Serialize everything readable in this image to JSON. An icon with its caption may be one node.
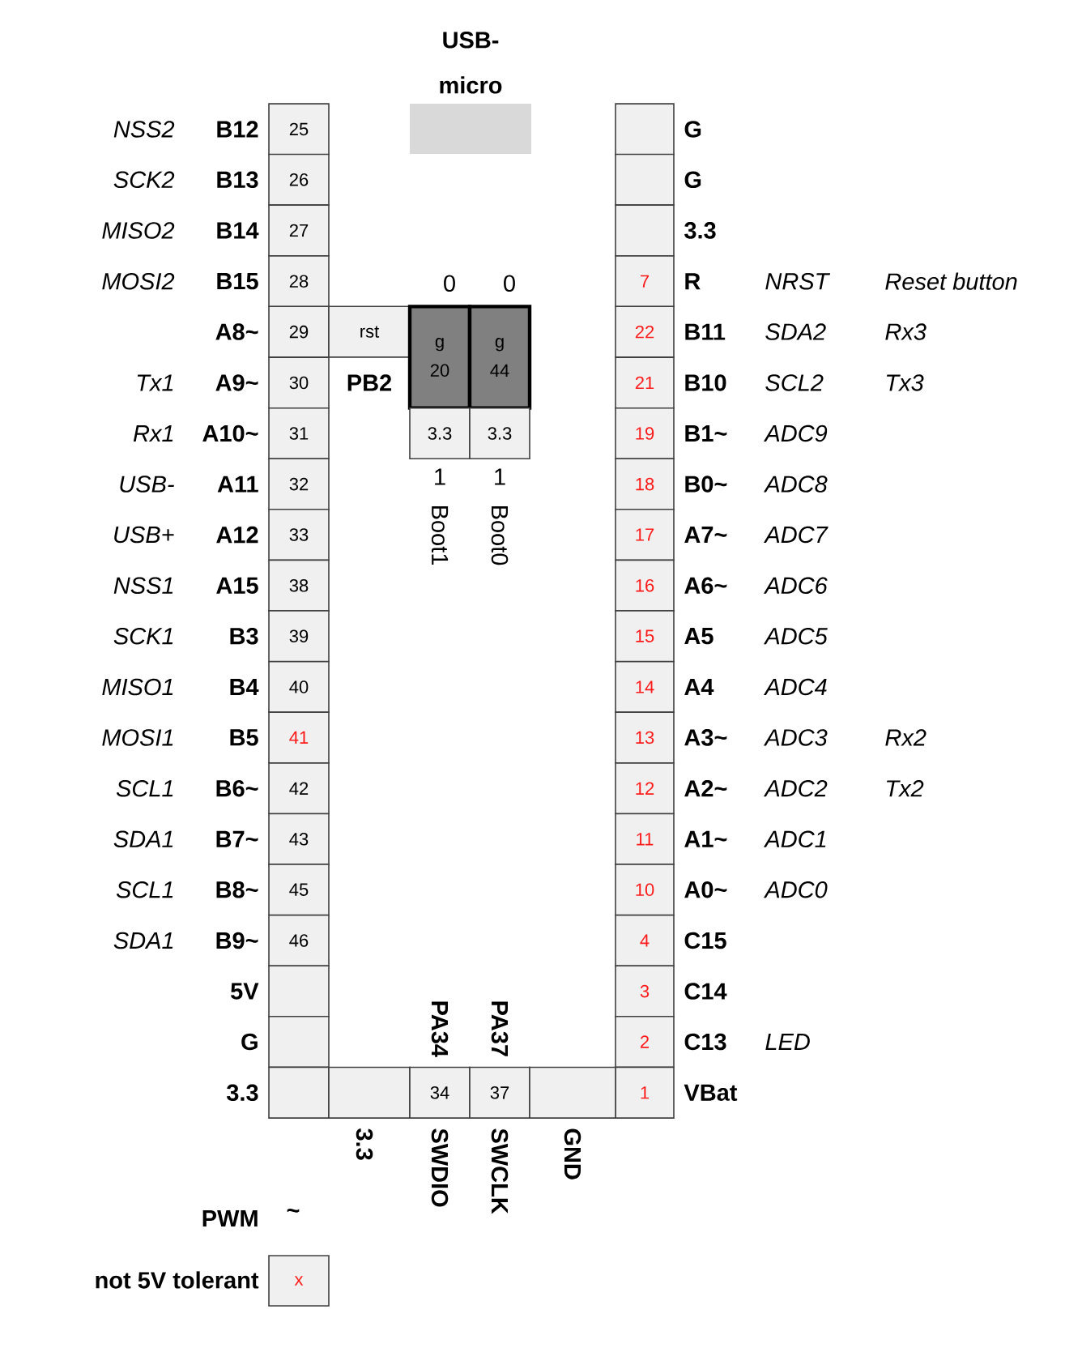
{
  "diagram": {
    "nodes": [
      {
        "text": [],
        "shape": "box",
        "beside": [
          "USB- micro"
        ]
      },
      {
        "text": [
          "25"
        ],
        "beside": [
          "NSS2",
          "B12"
        ]
      },
      {
        "text": [
          "26"
        ],
        "beside": [
          "SCK2",
          "B13"
        ]
      },
      {
        "text": [
          "27"
        ],
        "beside": [
          "MISO2",
          "B14"
        ]
      },
      {
        "text": [
          "28"
        ],
        "beside": [
          "MOSI2",
          "B15"
        ]
      },
      {
        "text": [
          "29"
        ],
        "beside": [
          "A8~"
        ]
      },
      {
        "text": [
          "30"
        ],
        "beside": [
          "Tx1",
          "A9~"
        ]
      },
      {
        "text": [
          "31"
        ],
        "beside": [
          "Rx1",
          "A10~"
        ]
      },
      {
        "text": [
          "32"
        ],
        "beside": [
          "USB-",
          "A11"
        ]
      },
      {
        "text": [
          "33"
        ],
        "beside": [
          "USB+",
          "A12"
        ]
      },
      {
        "text": [
          "38"
        ],
        "beside": [
          "NSS1",
          "A15"
        ]
      },
      {
        "text": [
          "39"
        ],
        "beside": [
          "SCK1",
          "B3"
        ]
      },
      {
        "text": [
          "40"
        ],
        "beside": [
          "MISO1",
          "B4"
        ]
      },
      {
        "text": [
          "41"
        ],
        "beside": [
          "MOSI1",
          "B5"
        ]
      },
      {
        "text": [
          "42"
        ],
        "beside": [
          "SCL1",
          "B6~"
        ]
      },
      {
        "text": [
          "43"
        ],
        "beside": [
          "SDA1",
          "B7~"
        ]
      },
      {
        "text": [
          "45"
        ],
        "beside": [
          "SCL1",
          "B8~"
        ]
      },
      {
        "text": [
          "46"
        ],
        "beside": [
          "SDA1",
          "B9~"
        ]
      },
      {
        "text": [],
        "shape": "box",
        "beside": [
          "5V"
        ]
      },
      {
        "text": [],
        "shape": "box",
        "beside": [
          "G"
        ]
      },
      {
        "text": [],
        "shape": "box",
        "beside": [
          "3.3"
        ]
      },
      {
        "text": [
          "rst"
        ]
      },
      {
        "text": [
          "g",
          "20"
        ],
        "beside": [
          "0"
        ]
      },
      {
        "text": [
          "g",
          "44"
        ],
        "beside": [
          "0"
        ]
      },
      {
        "text": [
          "3.3"
        ],
        "beside": [
          "1",
          "Boot1"
        ]
      },
      {
        "text": [
          "3.3"
        ],
        "beside": [
          "1",
          "Boot0"
        ]
      },
      {
        "text": [],
        "shape": "box",
        "beside": [
          "G"
        ]
      },
      {
        "text": [],
        "shape": "box",
        "beside": [
          "G"
        ]
      },
      {
        "text": [],
        "shape": "box",
        "beside": [
          "3.3"
        ]
      },
      {
        "text": [
          "7"
        ],
        "beside": [
          "R",
          "NRST",
          "Reset button"
        ]
      },
      {
        "text": [
          "22"
        ],
        "beside": [
          "B11",
          "SDA2",
          "Rx3"
        ]
      },
      {
        "text": [
          "21"
        ],
        "beside": [
          "B10",
          "SCL2",
          "Tx3"
        ]
      },
      {
        "text": [
          "19"
        ],
        "beside": [
          "B1~",
          "ADC9"
        ]
      },
      {
        "text": [
          "18"
        ],
        "beside": [
          "B0~",
          "ADC8"
        ]
      },
      {
        "text": [
          "17"
        ],
        "beside": [
          "A7~",
          "ADC7"
        ]
      },
      {
        "text": [
          "16"
        ],
        "beside": [
          "A6~",
          "ADC6"
        ]
      },
      {
        "text": [
          "15"
        ],
        "beside": [
          "A5",
          "ADC5"
        ]
      },
      {
        "text": [
          "14"
        ],
        "beside": [
          "A4",
          "ADC4"
        ]
      },
      {
        "text": [
          "13"
        ],
        "beside": [
          "A3~",
          "ADC3",
          "Rx2"
        ]
      },
      {
        "text": [
          "12"
        ],
        "beside": [
          "A2~",
          "ADC2",
          "Tx2"
        ]
      },
      {
        "text": [
          "11"
        ],
        "beside": [
          "A1~",
          "ADC1"
        ]
      },
      {
        "text": [
          "10"
        ],
        "beside": [
          "A0~",
          "ADC0"
        ]
      },
      {
        "text": [
          "4"
        ],
        "beside": [
          "C15"
        ]
      },
      {
        "text": [
          "3"
        ],
        "beside": [
          "C14"
        ]
      },
      {
        "text": [
          "2"
        ],
        "beside": [
          "C13",
          "LED"
        ]
      },
      {
        "text": [
          "1"
        ],
        "beside": [
          "VBat"
        ]
      },
      {
        "text": [],
        "shape": "box",
        "beside": [
          "3.3"
        ]
      },
      {
        "text": [
          "34"
        ],
        "beside": [
          "PA34",
          "SWDIO"
        ]
      },
      {
        "text": [
          "37"
        ],
        "beside": [
          "PA37",
          "SWCLK"
        ]
      },
      {
        "text": [],
        "shape": "box",
        "beside": [
          "GND"
        ]
      },
      {
        "text": [
          "x"
        ]
      }
    ],
    "labels": [
      "PB2",
      "~"
    ],
    "legend": [
      {
        "text": "PWM"
      },
      {
        "text": "not 5V tolerant"
      }
    ]
  }
}
